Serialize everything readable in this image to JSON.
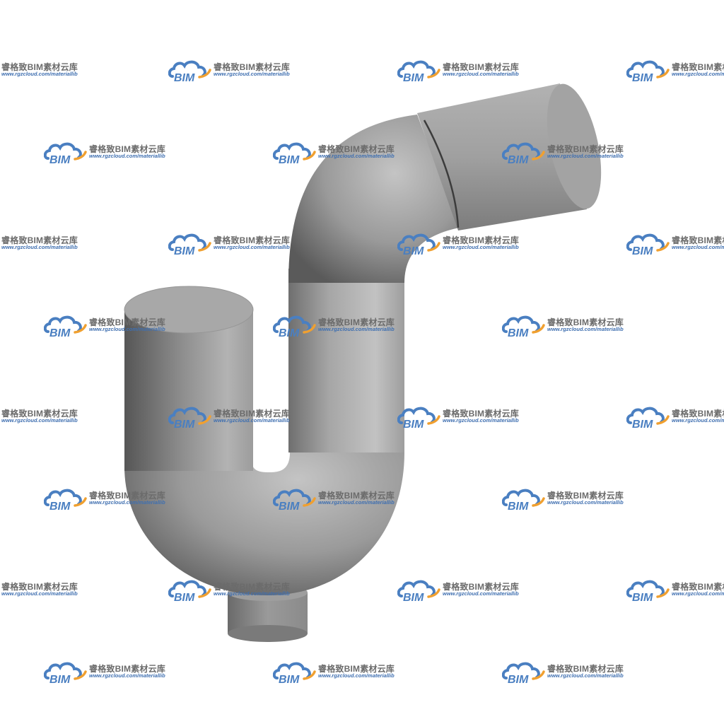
{
  "scene": {
    "subject": "p-trap-pipe",
    "colors": {
      "background": "#ffffff",
      "pipe_light": "#bdbdbd",
      "pipe_mid": "#9a9a9a",
      "pipe_dark": "#5e5e5e",
      "pipe_top": "#a9a9a9",
      "seam": "#3c3c3c"
    }
  },
  "watermark": {
    "logo_text": "BIM",
    "brand": "睿格致BIM素材云库",
    "url": "www.rgzcloud.com/materiallib",
    "colors": {
      "cloud": "#4a7fc1",
      "accent": "#f0a030",
      "text": "#3f6fb0",
      "brand_text": "#6b6b6b"
    }
  }
}
